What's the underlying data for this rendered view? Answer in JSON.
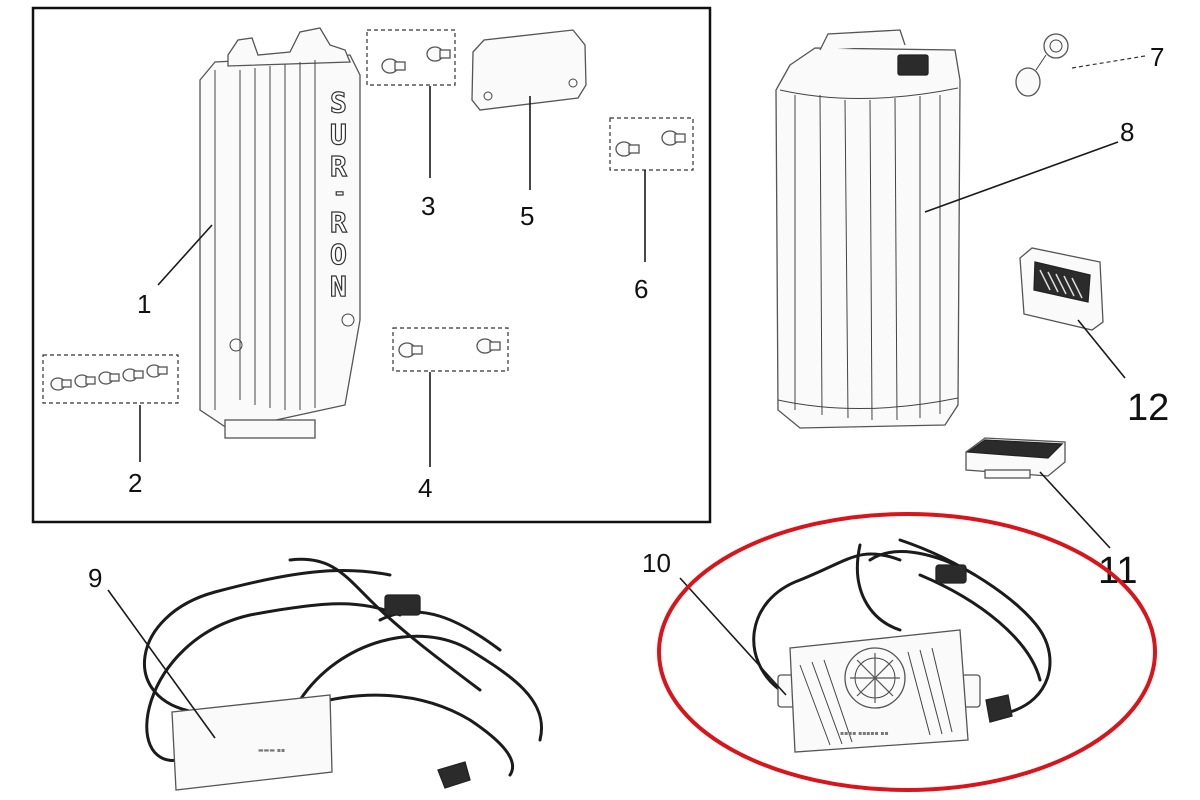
{
  "diagram": {
    "callouts": {
      "c1": "1",
      "c2": "2",
      "c3": "3",
      "c4": "4",
      "c5": "5",
      "c6": "6",
      "c7": "7",
      "c8": "8",
      "c9": "9",
      "c10": "10",
      "c11": "11",
      "c12": "12"
    },
    "controller_logo": [
      "S",
      "U",
      "R",
      "-",
      "R",
      "O",
      "N"
    ],
    "highlight_color": "#d9141b",
    "frame_color": "#111111"
  }
}
